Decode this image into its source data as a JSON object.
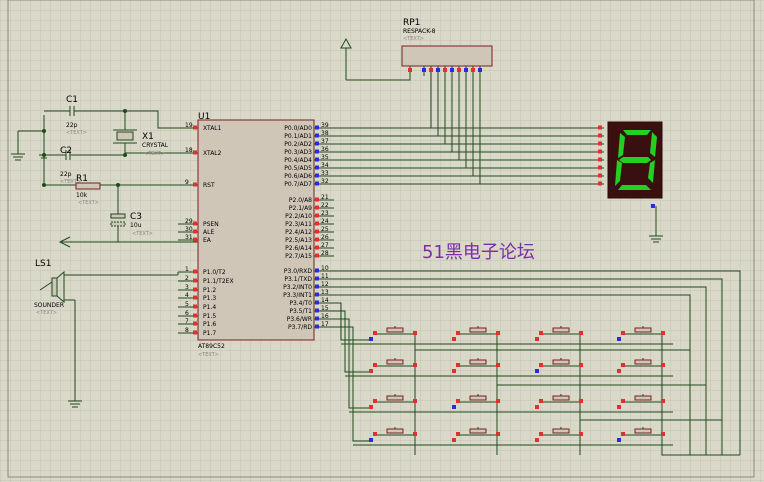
{
  "colors": {
    "background": "#d9d8c9",
    "grid": "#c4c3b2",
    "wire": "#1e4a1a",
    "chip_fill": "#cfc6b8",
    "chip_border": "#7a1f1f",
    "pin_red": "#e23030",
    "pin_blue": "#2a2ae0",
    "segment_on": "#22d022",
    "segment_off": "#3a1a1a",
    "display_bg": "#3a0f0f",
    "watermark": "#7a2fa8"
  },
  "watermark": "51黑电子论坛",
  "u1": {
    "ref": "U1",
    "part": "AT89C52",
    "text": "<TEXT>",
    "left_pins": [
      {
        "num": "19",
        "name": "XTAL1"
      },
      {
        "num": "18",
        "name": "XTAL2"
      },
      {
        "num": "9",
        "name": "RST"
      },
      {
        "num": "29",
        "name": "PSEN"
      },
      {
        "num": "30",
        "name": "ALE"
      },
      {
        "num": "31",
        "name": "EA"
      },
      {
        "num": "1",
        "name": "P1.0/T2"
      },
      {
        "num": "2",
        "name": "P1.1/T2EX"
      },
      {
        "num": "3",
        "name": "P1.2"
      },
      {
        "num": "4",
        "name": "P1.3"
      },
      {
        "num": "5",
        "name": "P1.4"
      },
      {
        "num": "6",
        "name": "P1.5"
      },
      {
        "num": "7",
        "name": "P1.6"
      },
      {
        "num": "8",
        "name": "P1.7"
      }
    ],
    "right_pins": [
      {
        "num": "39",
        "name": "P0.0/AD0"
      },
      {
        "num": "38",
        "name": "P0.1/AD1"
      },
      {
        "num": "37",
        "name": "P0.2/AD2"
      },
      {
        "num": "36",
        "name": "P0.3/AD3"
      },
      {
        "num": "35",
        "name": "P0.4/AD4"
      },
      {
        "num": "34",
        "name": "P0.5/AD5"
      },
      {
        "num": "33",
        "name": "P0.6/AD6"
      },
      {
        "num": "32",
        "name": "P0.7/AD7"
      },
      {
        "num": "21",
        "name": "P2.0/A8"
      },
      {
        "num": "22",
        "name": "P2.1/A9"
      },
      {
        "num": "23",
        "name": "P2.2/A10"
      },
      {
        "num": "24",
        "name": "P2.3/A11"
      },
      {
        "num": "25",
        "name": "P2.4/A12"
      },
      {
        "num": "26",
        "name": "P2.5/A13"
      },
      {
        "num": "27",
        "name": "P2.6/A14"
      },
      {
        "num": "28",
        "name": "P2.7/A15"
      },
      {
        "num": "10",
        "name": "P3.0/RXD"
      },
      {
        "num": "11",
        "name": "P3.1/TXD"
      },
      {
        "num": "12",
        "name": "P3.2/INT0"
      },
      {
        "num": "13",
        "name": "P3.3/INT1"
      },
      {
        "num": "14",
        "name": "P3.4/T0"
      },
      {
        "num": "15",
        "name": "P3.5/T1"
      },
      {
        "num": "16",
        "name": "P3.6/WR"
      },
      {
        "num": "17",
        "name": "P3.7/RD"
      }
    ]
  },
  "rp1": {
    "ref": "RP1",
    "part": "RESPACK-8",
    "text": "<TEXT>"
  },
  "c1": {
    "ref": "C1",
    "value": "22p",
    "text": "<TEXT>"
  },
  "c2": {
    "ref": "C2",
    "value": "22p",
    "text": "<TEXT>"
  },
  "c3": {
    "ref": "C3",
    "value": "10u",
    "text": "<TEXT>"
  },
  "x1": {
    "ref": "X1",
    "part": "CRYSTAL",
    "text": "<TEXT>"
  },
  "r1": {
    "ref": "R1",
    "value": "10k",
    "text": "<TEXT>"
  },
  "ls1": {
    "ref": "LS1",
    "part": "SOUNDER",
    "text": "<TEXT>"
  },
  "display": {
    "digit": "8",
    "segments_on": [
      "a",
      "b",
      "c",
      "d",
      "e",
      "f",
      "g"
    ]
  },
  "keypad": {
    "rows": 4,
    "cols": 4
  }
}
